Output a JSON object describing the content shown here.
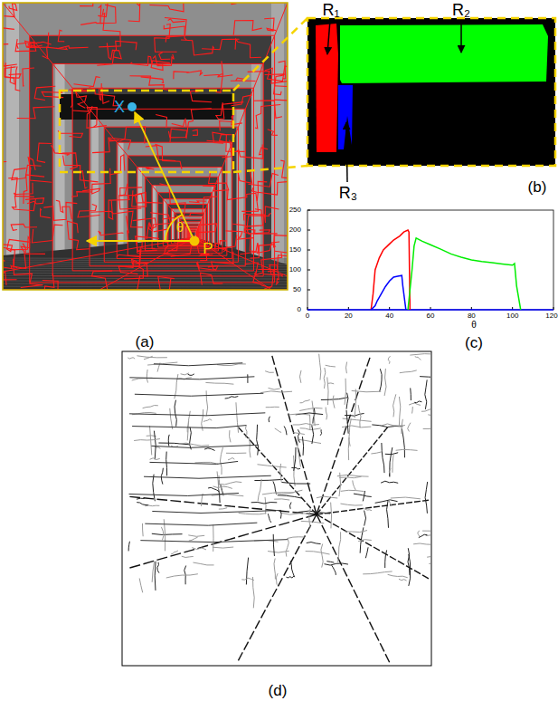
{
  "diagram": {
    "labels": [
      "X",
      "θ",
      "P",
      "R₁",
      "R₂",
      "R₃",
      "(b)",
      "0",
      "50",
      "100",
      "150",
      "200",
      "250",
      "0",
      "20",
      "40",
      "60",
      "80",
      "100",
      "120",
      "θ",
      "(c)",
      "(a)",
      "(d)"
    ]
  }
}
